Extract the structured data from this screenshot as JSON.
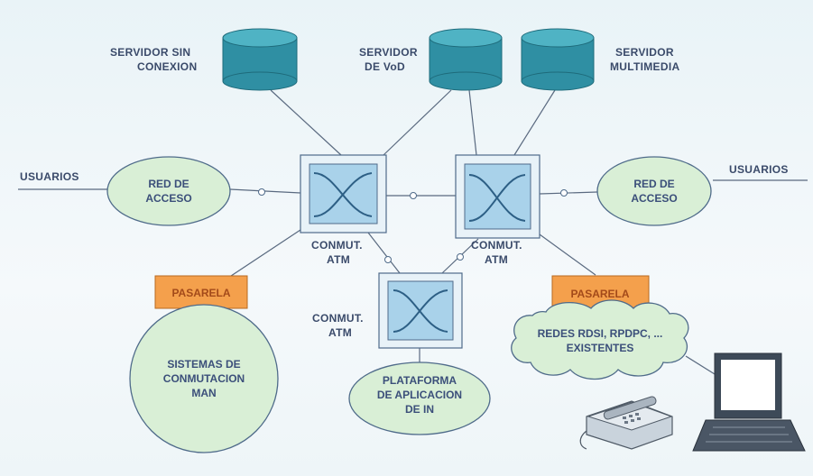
{
  "servers": {
    "connectionless": [
      "SERVIDOR SIN",
      "CONEXION"
    ],
    "vod": [
      "SERVIDOR",
      "DE VoD"
    ],
    "multimedia": [
      "SERVIDOR",
      "MULTIMEDIA"
    ]
  },
  "users_left": "USUARIOS",
  "users_right": "USUARIOS",
  "access_left": [
    "RED DE",
    "ACCESO"
  ],
  "access_right": [
    "RED DE",
    "ACCESO"
  ],
  "switch_left": [
    "CONMUT.",
    "ATM"
  ],
  "switch_right": [
    "CONMUT.",
    "ATM"
  ],
  "switch_bottom": [
    "CONMUT.",
    "ATM"
  ],
  "gateway_left": "PASARELA",
  "gateway_right": "PASARELA",
  "man": [
    "SISTEMAS DE",
    "CONMUTACION",
    "MAN"
  ],
  "in_platform": [
    "PLATAFORMA",
    "DE APLICACION",
    "DE IN"
  ],
  "existing_networks": [
    "REDES RDSI, RPDPC, ...",
    "EXISTENTES"
  ],
  "colors": {
    "server": "#2f8fa3",
    "access_network": "#d9efd6",
    "switch": "#a9d2ea",
    "gateway": "#f4a04c"
  }
}
